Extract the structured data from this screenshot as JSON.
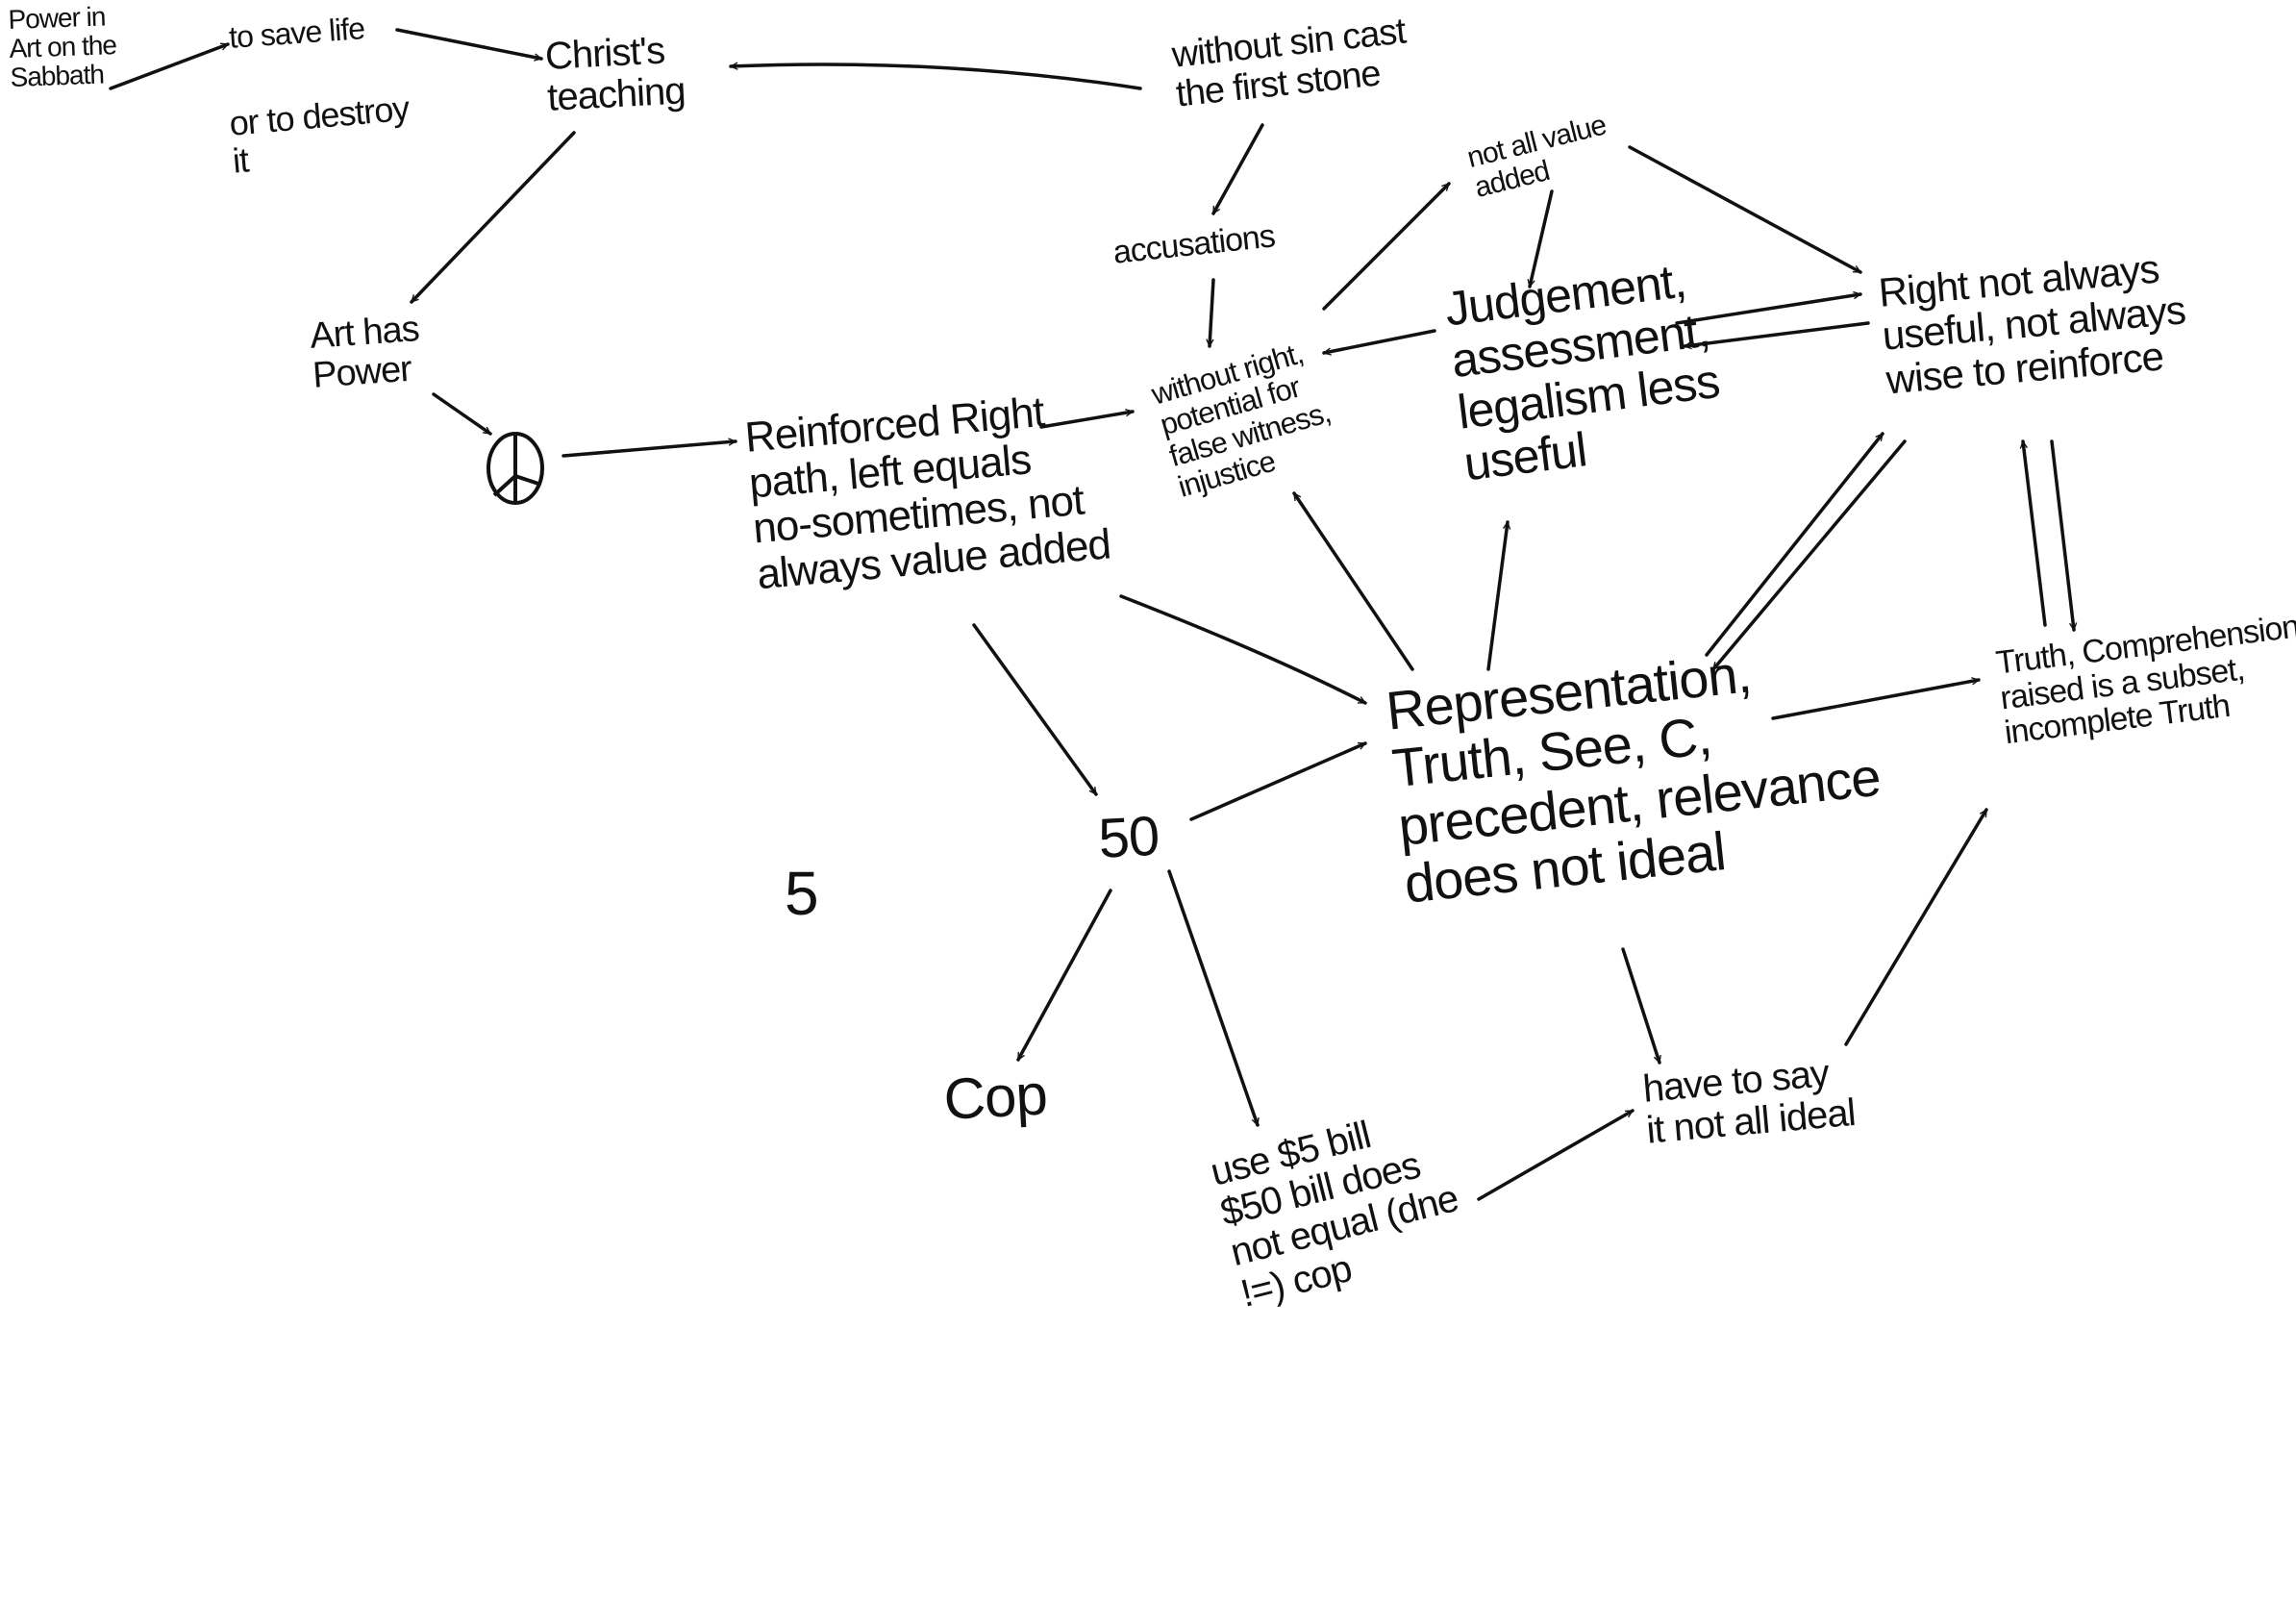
{
  "diagram": {
    "nodes": {
      "sabbath": [
        "Power in",
        "Art on the",
        "Sabbath"
      ],
      "savelife": [
        "to save life"
      ],
      "christ": [
        "Christ's",
        "teaching"
      ],
      "destroy": [
        "or to destroy",
        "it"
      ],
      "sin": [
        "without sin cast",
        "the first stone"
      ],
      "accusations": [
        "accusations"
      ],
      "notall": [
        "not all value",
        "added"
      ],
      "arthas": [
        "Art has",
        "Power"
      ],
      "reinforced": [
        "Reinforced Right",
        "path, left equals",
        "no-sometimes, not",
        "always value added"
      ],
      "withoutright": [
        "without right,",
        "potential for",
        "false witness,",
        "injustice"
      ],
      "judgement": [
        "Judgement,",
        "assessment,",
        "legalism less",
        "useful"
      ],
      "right": [
        "Right not always",
        "useful, not always",
        "wise to reinforce"
      ],
      "representation": [
        "Representation,",
        "Truth, See, C,",
        "precedent, relevance",
        "does not ideal"
      ],
      "truthcomp": [
        "Truth, Comprehension",
        "raised is a subset,",
        "incomplete Truth"
      ],
      "five": [
        "5"
      ],
      "fifty": [
        "50"
      ],
      "cop": [
        "Cop"
      ],
      "use5": [
        "use $5 bill",
        "$50 bill does",
        "not equal (dne",
        "!=) cop"
      ],
      "havetosay": [
        "have to say",
        "it not all ideal"
      ]
    },
    "icons": {
      "peace": "peace-symbol-icon"
    },
    "colors": {
      "ink": "#111111",
      "background": "#ffffff"
    }
  }
}
